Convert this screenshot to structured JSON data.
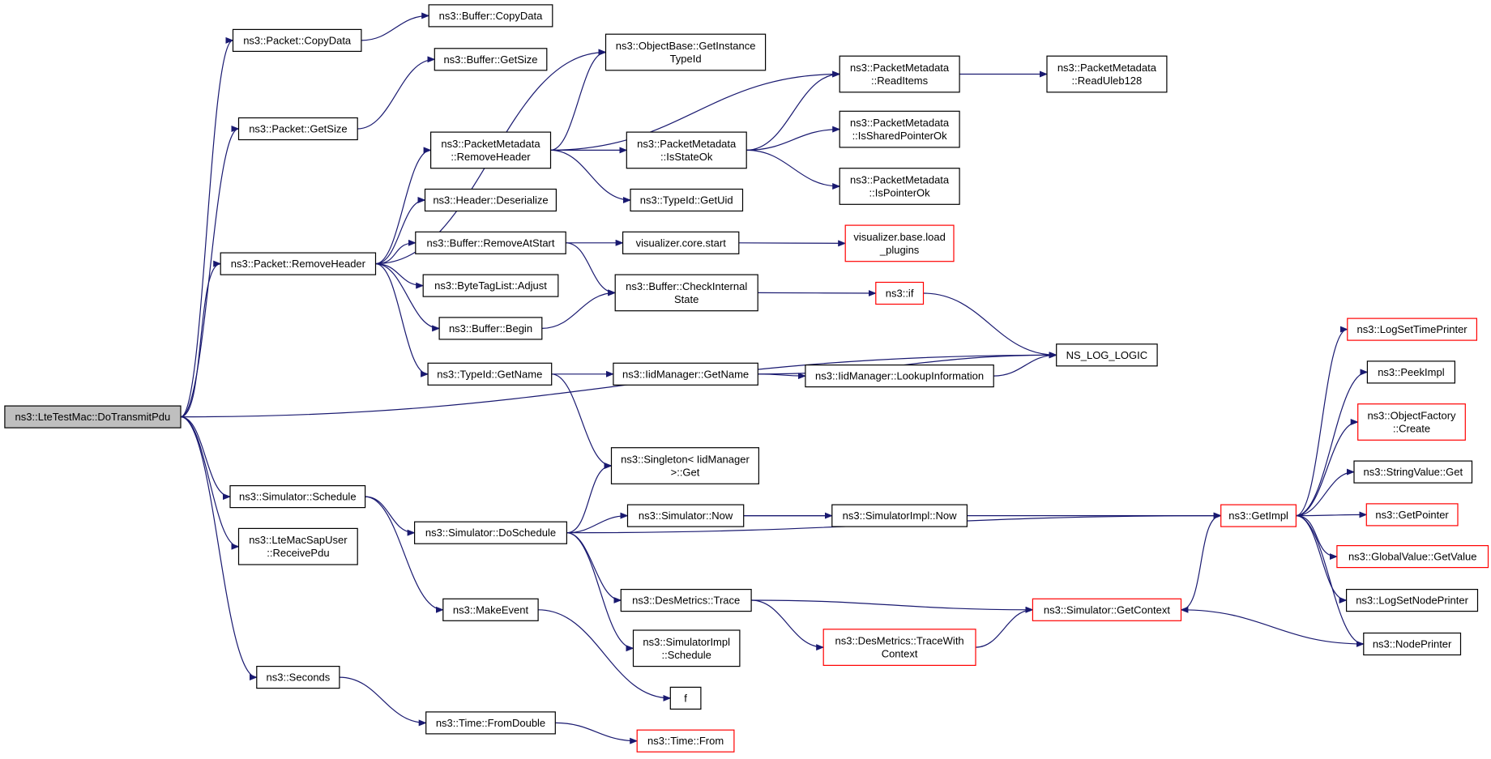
{
  "colors": {
    "edge": "#191970",
    "node_border": "#000000",
    "node_truncated_border": "#ff0000",
    "root_fill": "#bfbfbf",
    "node_fill": "#ffffff"
  },
  "nodes": [
    {
      "id": "root",
      "lines": [
        "ns3::LteTestMac::DoTransmitPdu"
      ],
      "kind": "root"
    },
    {
      "id": "p_copydata",
      "lines": [
        "ns3::Packet::CopyData"
      ],
      "kind": "normal"
    },
    {
      "id": "b_copydata",
      "lines": [
        "ns3::Buffer::CopyData"
      ],
      "kind": "normal"
    },
    {
      "id": "b_getsize",
      "lines": [
        "ns3::Buffer::GetSize"
      ],
      "kind": "normal"
    },
    {
      "id": "p_getsize",
      "lines": [
        "ns3::Packet::GetSize"
      ],
      "kind": "normal"
    },
    {
      "id": "ob_gettid",
      "lines": [
        "ns3::ObjectBase::GetInstance",
        "TypeId"
      ],
      "kind": "normal"
    },
    {
      "id": "pm_readitems",
      "lines": [
        "ns3::PacketMetadata",
        "::ReadItems"
      ],
      "kind": "normal"
    },
    {
      "id": "pm_readuleb",
      "lines": [
        "ns3::PacketMetadata",
        "::ReadUleb128"
      ],
      "kind": "normal"
    },
    {
      "id": "pm_removeheader",
      "lines": [
        "ns3::PacketMetadata",
        "::RemoveHeader"
      ],
      "kind": "normal"
    },
    {
      "id": "pm_isstateok",
      "lines": [
        "ns3::PacketMetadata",
        "::IsStateOk"
      ],
      "kind": "normal"
    },
    {
      "id": "pm_issharedok",
      "lines": [
        "ns3::PacketMetadata",
        "::IsSharedPointerOk"
      ],
      "kind": "normal"
    },
    {
      "id": "pm_ispointerok",
      "lines": [
        "ns3::PacketMetadata",
        "::IsPointerOk"
      ],
      "kind": "normal"
    },
    {
      "id": "tid_getuid",
      "lines": [
        "ns3::TypeId::GetUid"
      ],
      "kind": "normal"
    },
    {
      "id": "h_deserialize",
      "lines": [
        "ns3::Header::Deserialize"
      ],
      "kind": "normal"
    },
    {
      "id": "b_removeatstart",
      "lines": [
        "ns3::Buffer::RemoveAtStart"
      ],
      "kind": "normal"
    },
    {
      "id": "viz_core_start",
      "lines": [
        "visualizer.core.start"
      ],
      "kind": "normal"
    },
    {
      "id": "viz_base_load",
      "lines": [
        "visualizer.base.load",
        "_plugins"
      ],
      "kind": "truncated"
    },
    {
      "id": "p_removeheader",
      "lines": [
        "ns3::Packet::RemoveHeader"
      ],
      "kind": "normal"
    },
    {
      "id": "btl_adjust",
      "lines": [
        "ns3::ByteTagList::Adjust"
      ],
      "kind": "normal"
    },
    {
      "id": "b_checkinternal",
      "lines": [
        "ns3::Buffer::CheckInternal",
        "State"
      ],
      "kind": "normal"
    },
    {
      "id": "ns3_if",
      "lines": [
        "ns3::if"
      ],
      "kind": "truncated"
    },
    {
      "id": "b_begin",
      "lines": [
        "ns3::Buffer::Begin"
      ],
      "kind": "normal"
    },
    {
      "id": "tid_getname",
      "lines": [
        "ns3::TypeId::GetName"
      ],
      "kind": "normal"
    },
    {
      "id": "iid_getname",
      "lines": [
        "ns3::IidManager::GetName"
      ],
      "kind": "normal"
    },
    {
      "id": "iid_lookup",
      "lines": [
        "ns3::IidManager::LookupInformation"
      ],
      "kind": "normal"
    },
    {
      "id": "ns_log_logic",
      "lines": [
        "NS_LOG_LOGIC"
      ],
      "kind": "normal"
    },
    {
      "id": "singleton_get",
      "lines": [
        "ns3::Singleton< IidManager",
        ">::Get"
      ],
      "kind": "normal"
    },
    {
      "id": "sim_schedule",
      "lines": [
        "ns3::Simulator::Schedule"
      ],
      "kind": "normal"
    },
    {
      "id": "ltemacsap_receive",
      "lines": [
        "ns3::LteMacSapUser",
        "::ReceivePdu"
      ],
      "kind": "normal"
    },
    {
      "id": "sim_doschedule",
      "lines": [
        "ns3::Simulator::DoSchedule"
      ],
      "kind": "normal"
    },
    {
      "id": "sim_now",
      "lines": [
        "ns3::Simulator::Now"
      ],
      "kind": "normal"
    },
    {
      "id": "simimpl_now",
      "lines": [
        "ns3::SimulatorImpl::Now"
      ],
      "kind": "normal"
    },
    {
      "id": "getimpl",
      "lines": [
        "ns3::GetImpl"
      ],
      "kind": "truncated"
    },
    {
      "id": "makeevent",
      "lines": [
        "ns3::MakeEvent"
      ],
      "kind": "normal"
    },
    {
      "id": "desm_trace",
      "lines": [
        "ns3::DesMetrics::Trace"
      ],
      "kind": "normal"
    },
    {
      "id": "desm_tracewith",
      "lines": [
        "ns3::DesMetrics::TraceWith",
        "Context"
      ],
      "kind": "truncated"
    },
    {
      "id": "sim_getcontext",
      "lines": [
        "ns3::Simulator::GetContext"
      ],
      "kind": "truncated"
    },
    {
      "id": "simimpl_schedule",
      "lines": [
        "ns3::SimulatorImpl",
        "::Schedule"
      ],
      "kind": "normal"
    },
    {
      "id": "f",
      "lines": [
        "f"
      ],
      "kind": "normal"
    },
    {
      "id": "seconds",
      "lines": [
        "ns3::Seconds"
      ],
      "kind": "normal"
    },
    {
      "id": "time_fromdouble",
      "lines": [
        "ns3::Time::FromDouble"
      ],
      "kind": "normal"
    },
    {
      "id": "time_from",
      "lines": [
        "ns3::Time::From"
      ],
      "kind": "truncated"
    },
    {
      "id": "log_settimeprinter",
      "lines": [
        "ns3::LogSetTimePrinter"
      ],
      "kind": "truncated"
    },
    {
      "id": "peekimpl",
      "lines": [
        "ns3::PeekImpl"
      ],
      "kind": "normal"
    },
    {
      "id": "of_create",
      "lines": [
        "ns3::ObjectFactory",
        "::Create"
      ],
      "kind": "truncated"
    },
    {
      "id": "sv_get",
      "lines": [
        "ns3::StringValue::Get"
      ],
      "kind": "normal"
    },
    {
      "id": "getpointer",
      "lines": [
        "ns3::GetPointer"
      ],
      "kind": "truncated"
    },
    {
      "id": "gv_getvalue",
      "lines": [
        "ns3::GlobalValue::GetValue"
      ],
      "kind": "truncated"
    },
    {
      "id": "log_setnodeprinter",
      "lines": [
        "ns3::LogSetNodePrinter"
      ],
      "kind": "normal"
    },
    {
      "id": "nodeprinter",
      "lines": [
        "ns3::NodePrinter"
      ],
      "kind": "normal"
    }
  ],
  "edges": [
    [
      "root",
      "p_copydata"
    ],
    [
      "root",
      "p_getsize"
    ],
    [
      "root",
      "p_removeheader"
    ],
    [
      "root",
      "ns_log_logic"
    ],
    [
      "root",
      "sim_schedule"
    ],
    [
      "root",
      "ltemacsap_receive"
    ],
    [
      "root",
      "seconds"
    ],
    [
      "p_copydata",
      "b_copydata"
    ],
    [
      "p_getsize",
      "b_getsize"
    ],
    [
      "p_removeheader",
      "ob_gettid"
    ],
    [
      "p_removeheader",
      "pm_removeheader"
    ],
    [
      "p_removeheader",
      "h_deserialize"
    ],
    [
      "p_removeheader",
      "b_removeatstart"
    ],
    [
      "p_removeheader",
      "btl_adjust"
    ],
    [
      "p_removeheader",
      "b_begin"
    ],
    [
      "p_removeheader",
      "tid_getname"
    ],
    [
      "pm_removeheader",
      "ob_gettid"
    ],
    [
      "pm_removeheader",
      "pm_readitems"
    ],
    [
      "pm_removeheader",
      "pm_isstateok"
    ],
    [
      "pm_removeheader",
      "tid_getuid"
    ],
    [
      "pm_readitems",
      "pm_readuleb"
    ],
    [
      "pm_isstateok",
      "pm_readitems"
    ],
    [
      "pm_isstateok",
      "pm_issharedok"
    ],
    [
      "pm_isstateok",
      "pm_ispointerok"
    ],
    [
      "b_removeatstart",
      "viz_core_start"
    ],
    [
      "b_removeatstart",
      "b_checkinternal"
    ],
    [
      "viz_core_start",
      "viz_base_load"
    ],
    [
      "b_checkinternal",
      "ns3_if"
    ],
    [
      "ns3_if",
      "ns_log_logic"
    ],
    [
      "b_begin",
      "b_checkinternal"
    ],
    [
      "tid_getname",
      "iid_getname"
    ],
    [
      "tid_getname",
      "singleton_get"
    ],
    [
      "iid_getname",
      "ns_log_logic"
    ],
    [
      "iid_getname",
      "iid_lookup"
    ],
    [
      "iid_lookup",
      "ns_log_logic"
    ],
    [
      "sim_schedule",
      "sim_doschedule"
    ],
    [
      "sim_schedule",
      "makeevent"
    ],
    [
      "sim_doschedule",
      "singleton_get"
    ],
    [
      "sim_doschedule",
      "sim_now"
    ],
    [
      "sim_doschedule",
      "getimpl"
    ],
    [
      "sim_doschedule",
      "desm_trace"
    ],
    [
      "sim_doschedule",
      "simimpl_schedule"
    ],
    [
      "sim_now",
      "getimpl"
    ],
    [
      "sim_now",
      "simimpl_now"
    ],
    [
      "desm_trace",
      "sim_getcontext"
    ],
    [
      "desm_trace",
      "desm_tracewith"
    ],
    [
      "desm_tracewith",
      "sim_getcontext"
    ],
    [
      "sim_getcontext",
      "getimpl"
    ],
    [
      "getimpl",
      "log_settimeprinter"
    ],
    [
      "getimpl",
      "peekimpl"
    ],
    [
      "getimpl",
      "of_create"
    ],
    [
      "getimpl",
      "sv_get"
    ],
    [
      "getimpl",
      "getpointer"
    ],
    [
      "getimpl",
      "gv_getvalue"
    ],
    [
      "getimpl",
      "log_setnodeprinter"
    ],
    [
      "getimpl",
      "nodeprinter"
    ],
    [
      "nodeprinter",
      "sim_getcontext"
    ],
    [
      "makeevent",
      "f"
    ],
    [
      "seconds",
      "time_fromdouble"
    ],
    [
      "time_fromdouble",
      "time_from"
    ]
  ]
}
